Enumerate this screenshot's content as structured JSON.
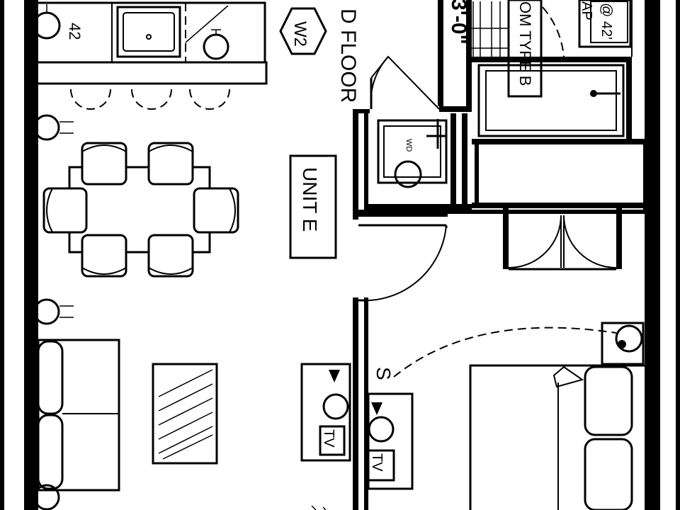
{
  "plan": {
    "unit_label": "UNIT E",
    "floor_label_partial": "D FLOOR",
    "window_tag": "W2",
    "room_type_partial": "OM TYPE B",
    "dimension_partial": "3'-0\"",
    "outlet_height_left": "42",
    "outlet_height_right": "@ 42'",
    "partial_tag_top_right": "AP",
    "washer_label_partial": "WD",
    "switch_label": "S",
    "tv_label": "TV"
  }
}
